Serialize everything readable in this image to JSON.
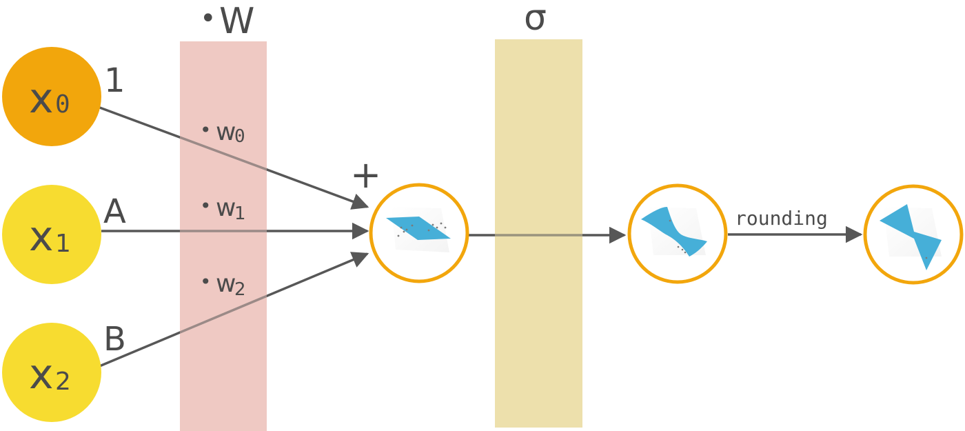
{
  "labels": {
    "weight_band": "W",
    "weight_dot": "•",
    "sigma_band": "σ",
    "plus": "+",
    "rounding": "rounding"
  },
  "inputs": [
    {
      "var": "x",
      "sub": "0",
      "edge_label": "1",
      "color": "#f2a60c",
      "weight": "w",
      "weight_sub": "0"
    },
    {
      "var": "x",
      "sub": "1",
      "edge_label": "A",
      "color": "#f7dc30",
      "weight": "w",
      "weight_sub": "1"
    },
    {
      "var": "x",
      "sub": "2",
      "edge_label": "B",
      "color": "#f7dc30",
      "weight": "w",
      "weight_sub": "2"
    }
  ],
  "colors": {
    "weight_band": "#efc9c3",
    "sigma_band": "#ede0ac",
    "node_ring": "#f2a60c",
    "arrow": "#575757",
    "surface": "#46afd8"
  }
}
